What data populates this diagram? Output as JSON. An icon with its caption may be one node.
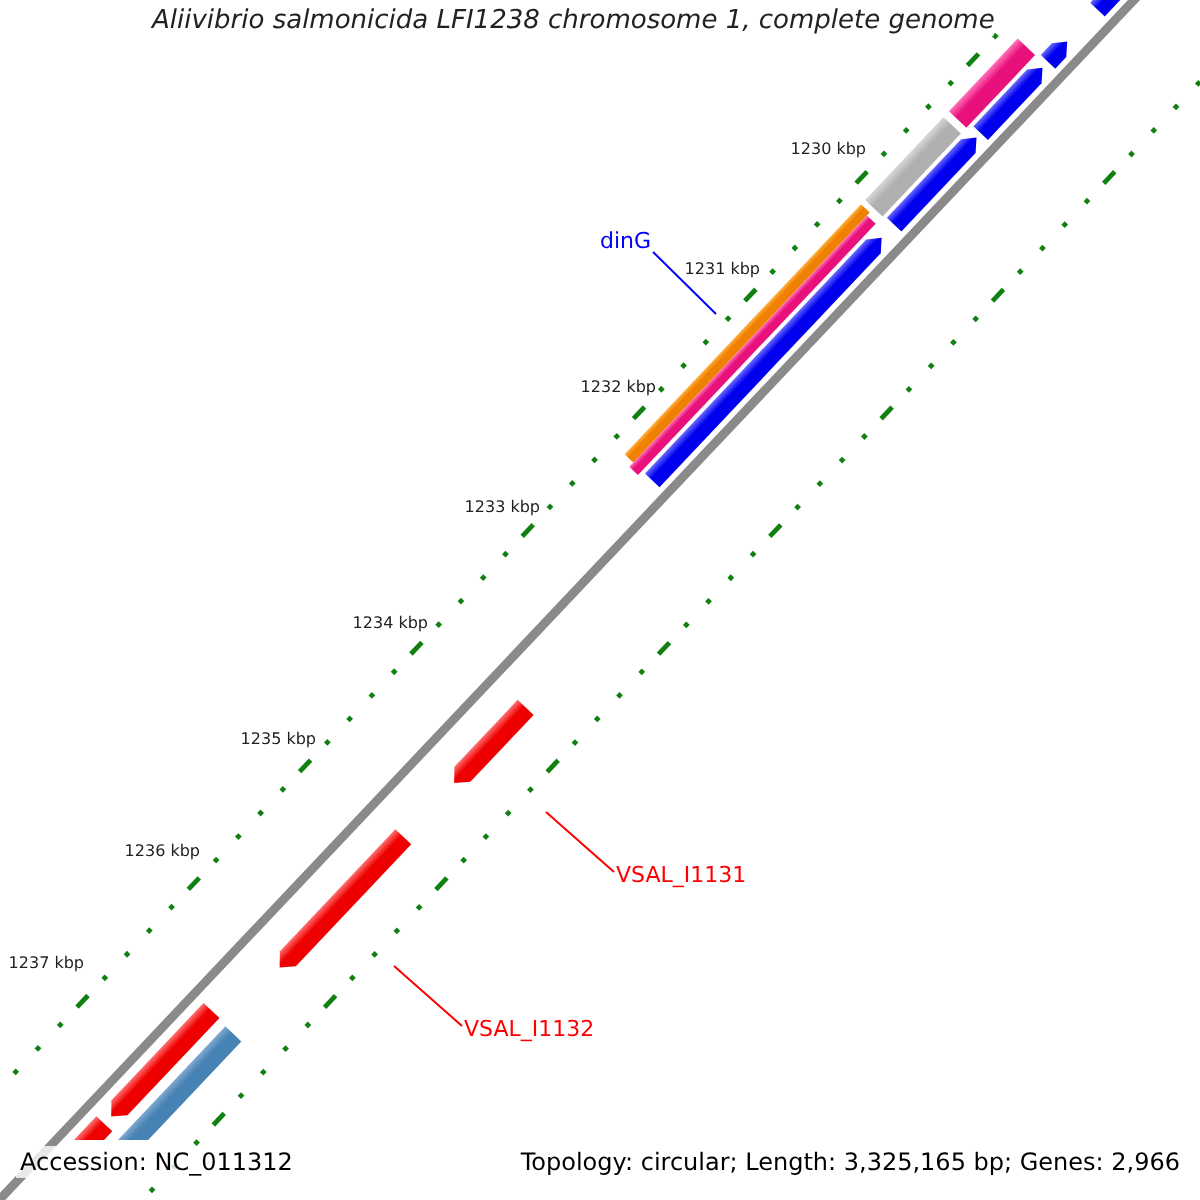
{
  "diagram": {
    "title": "Aliivibrio salmonicida LFI1238 chromosome 1, complete genome",
    "nodes": [
      {
        "text": [
          "dinG"
        ]
      },
      {
        "text": [
          "VSAL_I1131"
        ]
      },
      {
        "text": [
          "VSAL_I1132"
        ]
      }
    ],
    "edges": [
      {
        "from": 0,
        "to": null,
        "arrow": "none",
        "color": "#0000ff"
      },
      {
        "from": 1,
        "to": null,
        "arrow": "none",
        "color": "#ff0000"
      },
      {
        "from": 2,
        "to": null,
        "arrow": "none",
        "color": "#ff0000"
      }
    ],
    "labels": [
      "1230 kbp",
      "1231 kbp",
      "1232 kbp",
      "1233 kbp",
      "1234 kbp",
      "1235 kbp",
      "1236 kbp",
      "1237 kbp",
      "Accession: NC_011312",
      "Topology: circular; Length: 3,325,165 bp; Genes: 2,966"
    ]
  }
}
